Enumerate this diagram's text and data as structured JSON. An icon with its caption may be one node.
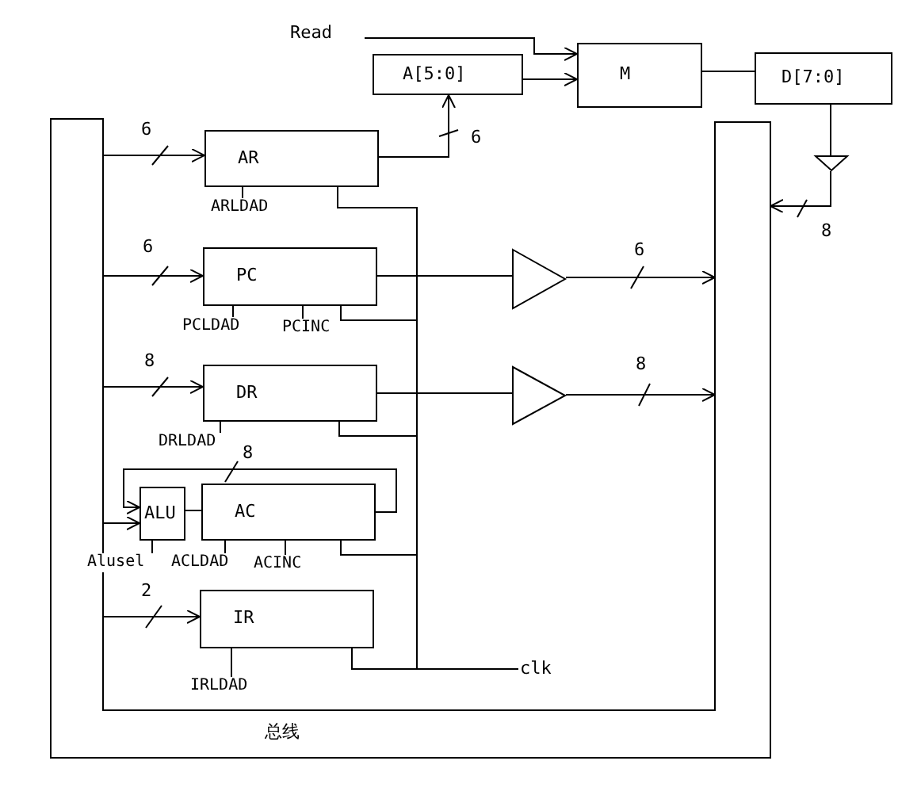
{
  "diagram": {
    "nodes": [
      {
        "text": [
          "总线"
        ]
      },
      {
        "text": [
          "AR"
        ]
      },
      {
        "text": [
          "PC"
        ]
      },
      {
        "text": [
          "DR"
        ]
      },
      {
        "text": [
          "ALU"
        ]
      },
      {
        "text": [
          "AC"
        ]
      },
      {
        "text": [
          "IR"
        ]
      },
      {
        "text": [
          "A[5:0]"
        ]
      },
      {
        "text": [
          "M"
        ]
      },
      {
        "text": [
          "D[7:0]"
        ]
      },
      {
        "text": [
          "Read"
        ]
      },
      {
        "text": [
          "clk"
        ]
      },
      {
        "text": [],
        "shape": "triangle"
      },
      {
        "text": [],
        "shape": "triangle"
      },
      {
        "text": [],
        "shape": "triangle"
      },
      {
        "text": [
          "ARLDAD"
        ]
      },
      {
        "text": [
          "PCLDAD"
        ]
      },
      {
        "text": [
          "PCINC"
        ]
      },
      {
        "text": [
          "DRLDAD"
        ]
      },
      {
        "text": [
          "Alusel"
        ]
      },
      {
        "text": [
          "ACLDAD"
        ]
      },
      {
        "text": [
          "ACINC"
        ]
      },
      {
        "text": [
          "IRLDAD"
        ]
      }
    ],
    "edges": [
      {
        "from": 0,
        "to": 1,
        "arrow": "to",
        "label": "6"
      },
      {
        "from": 0,
        "to": 2,
        "arrow": "to",
        "label": "6"
      },
      {
        "from": 0,
        "to": 3,
        "arrow": "to",
        "label": "8"
      },
      {
        "from": 0,
        "to": 4,
        "arrow": "to"
      },
      {
        "from": 0,
        "to": 6,
        "arrow": "to",
        "label": "2"
      },
      {
        "from": 1,
        "to": 7,
        "arrow": "to",
        "label": "6"
      },
      {
        "from": 10,
        "to": 8,
        "arrow": "to"
      },
      {
        "from": 7,
        "to": 8,
        "arrow": "to"
      },
      {
        "from": 8,
        "to": 9,
        "arrow": "none"
      },
      {
        "from": 9,
        "to": 14,
        "arrow": "none"
      },
      {
        "from": 14,
        "to": 0,
        "arrow": "to",
        "label": "8"
      },
      {
        "from": 2,
        "to": 12,
        "arrow": "none"
      },
      {
        "from": 12,
        "to": 0,
        "arrow": "to",
        "label": "6"
      },
      {
        "from": 3,
        "to": 13,
        "arrow": "none"
      },
      {
        "from": 13,
        "to": 0,
        "arrow": "to",
        "label": "8"
      },
      {
        "from": 4,
        "to": 5,
        "arrow": "none"
      },
      {
        "from": 5,
        "to": 4,
        "arrow": "to",
        "label": "8"
      },
      {
        "from": 11,
        "to": 1,
        "arrow": "none"
      },
      {
        "from": 11,
        "to": 2,
        "arrow": "none"
      },
      {
        "from": 11,
        "to": 3,
        "arrow": "none"
      },
      {
        "from": 11,
        "to": 5,
        "arrow": "none"
      },
      {
        "from": 11,
        "to": 6,
        "arrow": "none"
      },
      {
        "from": 15,
        "to": 1,
        "arrow": "none"
      },
      {
        "from": 16,
        "to": 2,
        "arrow": "none"
      },
      {
        "from": 17,
        "to": 2,
        "arrow": "none"
      },
      {
        "from": 18,
        "to": 3,
        "arrow": "none"
      },
      {
        "from": 19,
        "to": 4,
        "arrow": "none"
      },
      {
        "from": 20,
        "to": 5,
        "arrow": "none"
      },
      {
        "from": 21,
        "to": 5,
        "arrow": "none"
      },
      {
        "from": 22,
        "to": 6,
        "arrow": "none"
      }
    ]
  }
}
